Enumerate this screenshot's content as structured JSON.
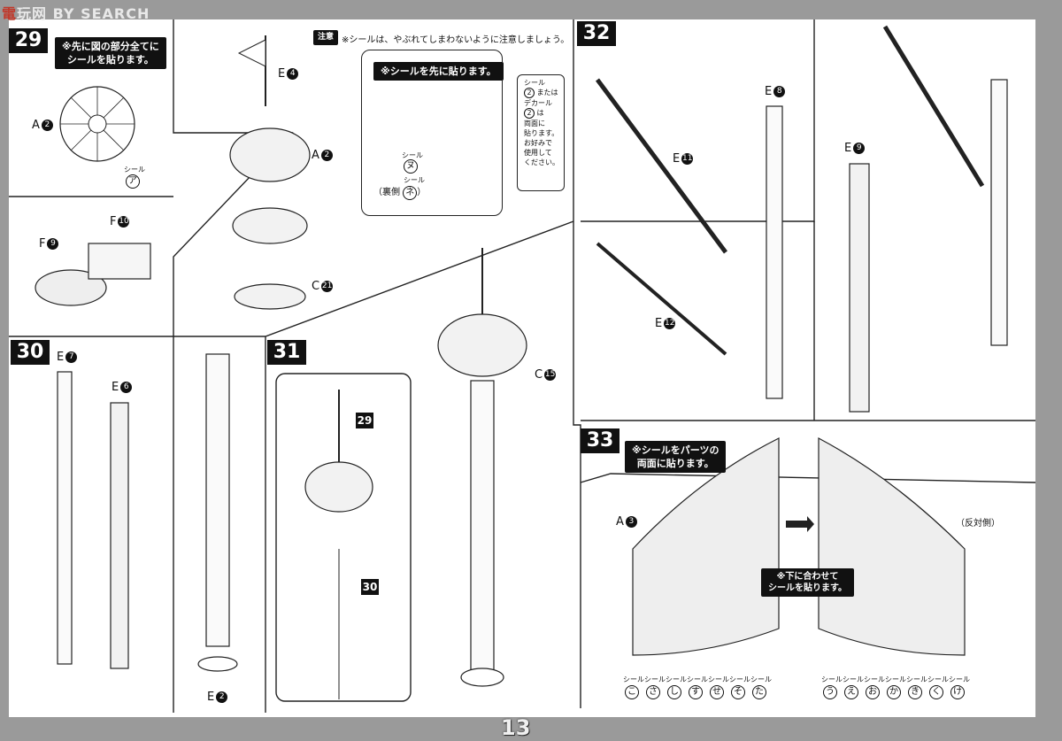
{
  "watermark": {
    "part1": "電",
    "part2": "玩网",
    "part3": "BY SEARCH"
  },
  "page_number": "13",
  "steps": {
    "s29": "29",
    "s30": "30",
    "s31": "31",
    "s32": "32",
    "s33": "33"
  },
  "step29": {
    "note_l1": "※先に図の部分全てに",
    "note_l2": "シールを貼ります。",
    "part_a2": "A",
    "sticker_small": "シール",
    "sticker_a": "ア",
    "part_f10": "F",
    "part_f9": "F",
    "part_e4": "E",
    "part_a2b": "A",
    "part_c21": "C"
  },
  "caution": {
    "badge": "注意",
    "text": "※シールは、やぶれてしまわないように注意しましょう。"
  },
  "sticker_box": {
    "title": "※シールを先に貼ります。",
    "seal_label": "シール",
    "seal_nu": "ヌ",
    "back_label": "（裏側",
    "seal_label2": "シール",
    "seal_ne": "ネ",
    "back_close": "）",
    "side_l1": "シール",
    "side_n1": "2",
    "side_l2": "または",
    "side_l3": "デカール",
    "side_n2": "2",
    "side_l4": "は",
    "side_l5": "両面に",
    "side_l6": "貼ります。",
    "side_l7": "お好みで",
    "side_l8": "使用して",
    "side_l9": "ください。"
  },
  "step30": {
    "part_e7": "E",
    "part_e6": "E",
    "part_e2": "E"
  },
  "step31": {
    "ref29": "29",
    "ref30": "30",
    "part_c15": "C"
  },
  "step32": {
    "part_e8": "E",
    "part_e11": "E",
    "part_e12": "E",
    "part_e9": "E"
  },
  "step33": {
    "note_l1": "※シールをパーツの",
    "note_l2": "両面に貼ります。",
    "part_a3": "A",
    "opposite": "（反対側）",
    "align_l1": "※下に合わせて",
    "align_l2": "シールを貼ります。",
    "seal_word": "シール",
    "left_seals": [
      "こ",
      "さ",
      "し",
      "す",
      "せ",
      "そ",
      "た"
    ],
    "right_seals": [
      "う",
      "え",
      "お",
      "か",
      "き",
      "く",
      "け"
    ]
  },
  "partnums": {
    "n2": "2",
    "n4": "4",
    "n10": "10",
    "n9": "9",
    "n21": "21",
    "n7": "7",
    "n6": "6",
    "n15": "15",
    "n8": "8",
    "n11": "11",
    "n12": "12",
    "n3": "3"
  }
}
